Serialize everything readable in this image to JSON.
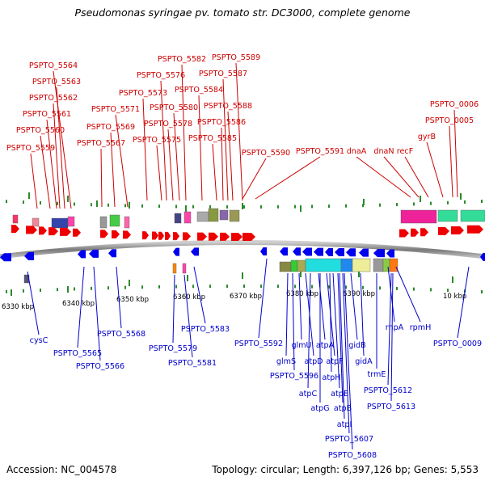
{
  "title": "Pseudomonas syringae pv. tomato str. DC3000, complete genome",
  "accession": "Accession: NC_004578",
  "topology": "Topology: circular; Length: 6,397,126 bp; Genes: 5,553",
  "colors": {
    "top_labels": "#cc0000",
    "bottom_labels": "#0000cc",
    "forward_genes": "#ee0000",
    "reverse_genes": "#0000ee",
    "ticks": "#2b8a2b",
    "backbone": "#8a8a8a"
  },
  "axis": {
    "tick_labels": [
      "6330 kbp",
      "6340 kbp",
      "6350 kbp",
      "6360 kbp",
      "6370 kbp",
      "6380 kbp",
      "6390 kbp",
      "10 kbp"
    ]
  },
  "top_labels": [
    "PSPTO_5564",
    "PSPTO_5563",
    "PSPTO_5562",
    "PSPTO_5561",
    "PSPTO_5560",
    "PSPTO_5559",
    "PSPTO_5571",
    "PSPTO_5569",
    "PSPTO_5567",
    "PSPTO_5582",
    "PSPTO_5576",
    "PSPTO_5573",
    "PSPTO_5580",
    "PSPTO_5578",
    "PSPTO_5575",
    "PSPTO_5589",
    "PSPTO_5587",
    "PSPTO_5584",
    "PSPTO_5588",
    "PSPTO_5586",
    "PSPTO_5585",
    "PSPTO_5590",
    "PSPTO_5591",
    "dnaA",
    "dnaN",
    "recF",
    "gyrB",
    "PSPTO_0006",
    "PSPTO_0005"
  ],
  "bottom_labels": [
    "cysC",
    "PSPTO_5565",
    "PSPTO_5566",
    "PSPTO_5568",
    "PSPTO_5583",
    "PSPTO_5579",
    "PSPTO_5581",
    "PSPTO_5592",
    "glmU",
    "glmS",
    "PSPTO_5596",
    "atpD",
    "atpA",
    "atpF",
    "atpH",
    "atpC",
    "atpE",
    "atpG",
    "atpB",
    "atpI",
    "PSPTO_5607",
    "PSPTO_5608",
    "gidB",
    "gidA",
    "trmE",
    "PSPTO_5612",
    "PSPTO_5613",
    "rnpA",
    "rpmH",
    "PSPTO_0009"
  ]
}
